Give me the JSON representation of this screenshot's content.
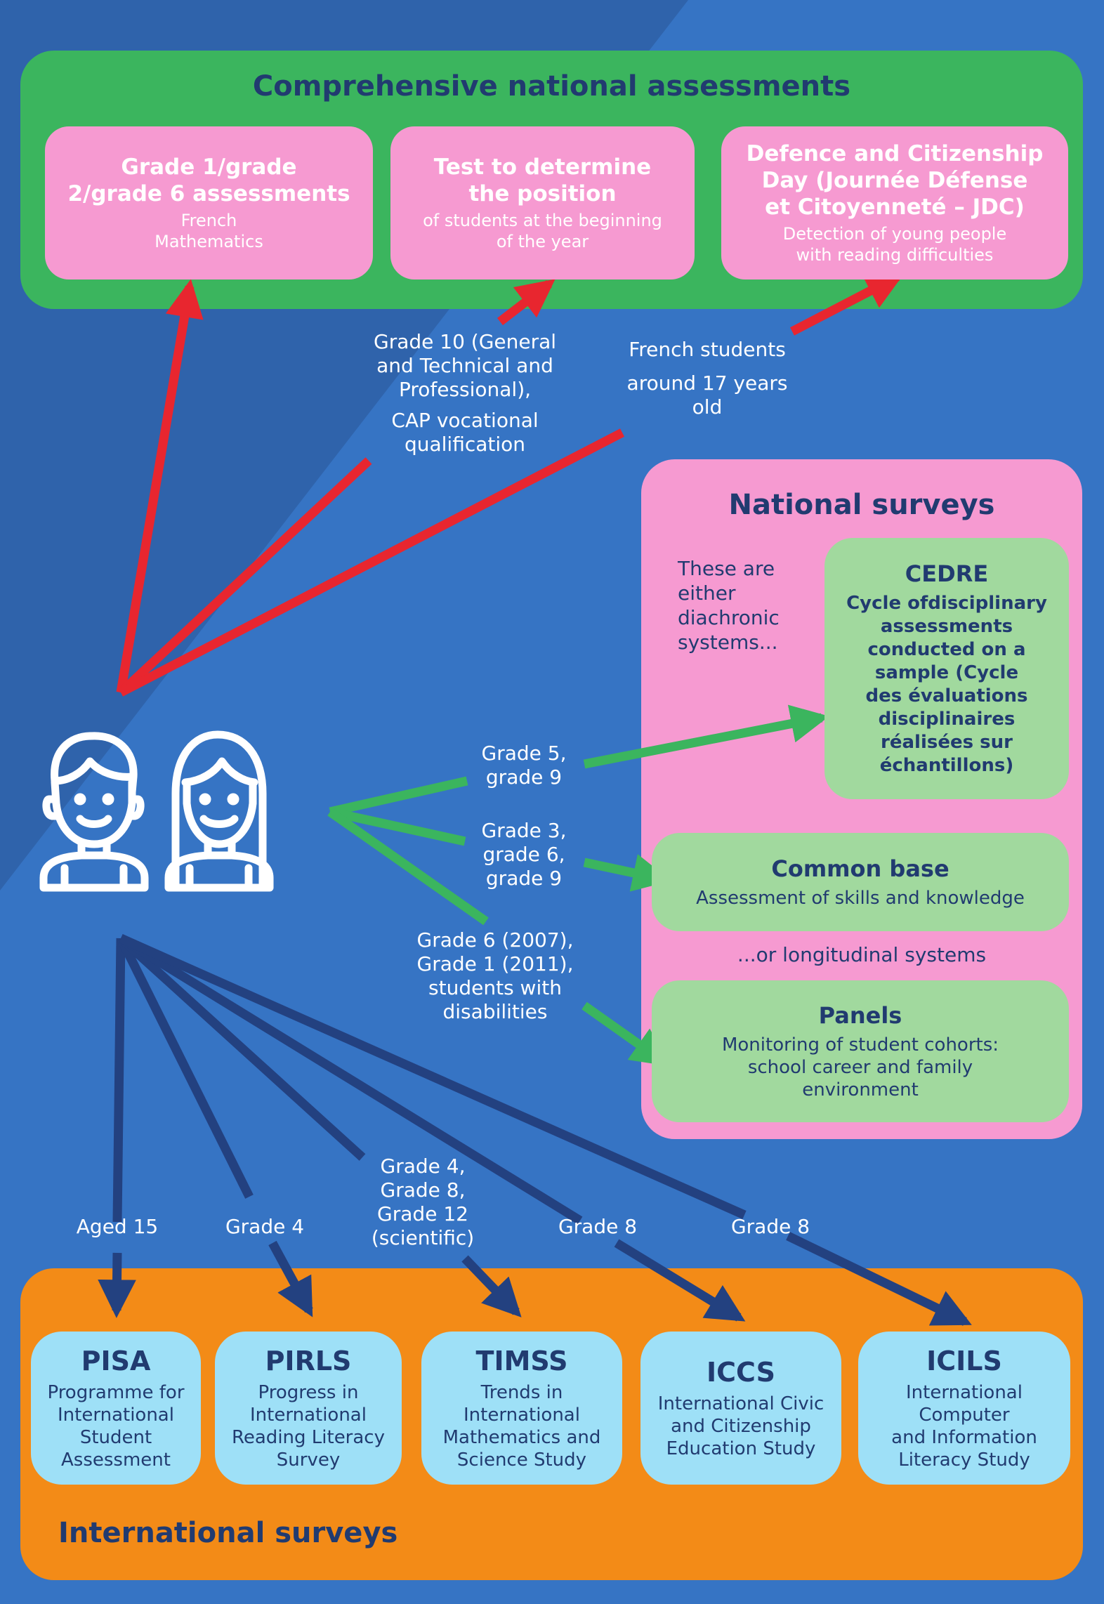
{
  "colors": {
    "background": "#3674c4",
    "green_panel": "#3bb55e",
    "pink_panel": "#f69ad1",
    "light_green_card": "#a1d99e",
    "light_blue_card": "#9ee0f7",
    "orange_panel": "#f38b17",
    "dark_navy_text": "#213b70",
    "red_arrow": "#e8262f",
    "green_arrow": "#3bb55e",
    "navy_arrow": "#234180"
  },
  "national_assessments": {
    "title": "Comprehensive national assessments",
    "cards": [
      {
        "title_lines": [
          "Grade 1/grade",
          "2/grade 6 assessments"
        ],
        "desc_lines": [
          "French",
          "Mathematics"
        ]
      },
      {
        "title_lines": [
          "Test to determine",
          "the position"
        ],
        "desc_lines": [
          "of students at the beginning",
          "of the year"
        ]
      },
      {
        "title_lines": [
          "Defence and Citizenship",
          "Day (Journée Défense",
          "et Citoyenneté – JDC)"
        ],
        "desc_lines": [
          "Detection of young people",
          "with reading difficulties"
        ]
      }
    ]
  },
  "red_labels": [
    {
      "lines": [
        "Grade 10 (General",
        "and Technical and",
        "Professional),"
      ]
    },
    {
      "lines": [
        "CAP vocational",
        "qualification"
      ]
    },
    {
      "lines": [
        "French students"
      ]
    },
    {
      "lines": [
        "around 17 years",
        "old"
      ]
    }
  ],
  "national_surveys": {
    "title": "National surveys",
    "intro_lines": [
      "These are",
      "either",
      "diachronic",
      "systems..."
    ],
    "longitudinal_note": "...or longitudinal systems",
    "cedre": {
      "title": "CEDRE",
      "desc_lines": [
        "Cycle ofdisciplinary",
        "assessments",
        "conducted on a",
        "sample (Cycle",
        "des évaluations",
        "disciplinaires",
        "réalisées sur",
        "échantillons)"
      ]
    },
    "common_base": {
      "title": "Common base",
      "desc": "Assessment of skills and knowledge"
    },
    "panels": {
      "title": "Panels",
      "desc_lines": [
        "Monitoring of student cohorts:",
        "school career and family",
        "environment"
      ]
    }
  },
  "green_labels": [
    {
      "lines": [
        "Grade   5,",
        "grade 9"
      ]
    },
    {
      "lines": [
        "Grade 3,",
        "grade 6,",
        "grade 9"
      ]
    },
    {
      "lines": [
        "Grade 6 (2007),",
        "Grade 1 (2011),",
        "students with",
        "disabilities"
      ]
    }
  ],
  "navy_labels": [
    {
      "lines": [
        "Aged 15"
      ]
    },
    {
      "lines": [
        "Grade 4"
      ]
    },
    {
      "lines": [
        "Grade 4,",
        "Grade 8,",
        "Grade 12",
        "(scientific)"
      ]
    },
    {
      "lines": [
        "Grade 8"
      ]
    },
    {
      "lines": [
        "Grade 8"
      ]
    }
  ],
  "international_surveys": {
    "title": "International surveys",
    "cards": [
      {
        "title": "PISA",
        "desc_lines": [
          "Programme for",
          "International",
          "Student",
          "Assessment"
        ]
      },
      {
        "title": "PIRLS",
        "desc_lines": [
          "Progress in",
          "International",
          "Reading Literacy",
          "Survey"
        ]
      },
      {
        "title": "TIMSS",
        "desc_lines": [
          "Trends in",
          "International",
          "Mathematics and",
          "Science Study"
        ]
      },
      {
        "title": "ICCS",
        "desc_lines": [
          "International Civic",
          "and Citizenship",
          "Education Study"
        ]
      },
      {
        "title": "ICILS",
        "desc_lines": [
          "International",
          "Computer",
          "and Information",
          "Literacy Study"
        ]
      }
    ]
  },
  "icons": {
    "students": "boy-and-girl-icon"
  }
}
